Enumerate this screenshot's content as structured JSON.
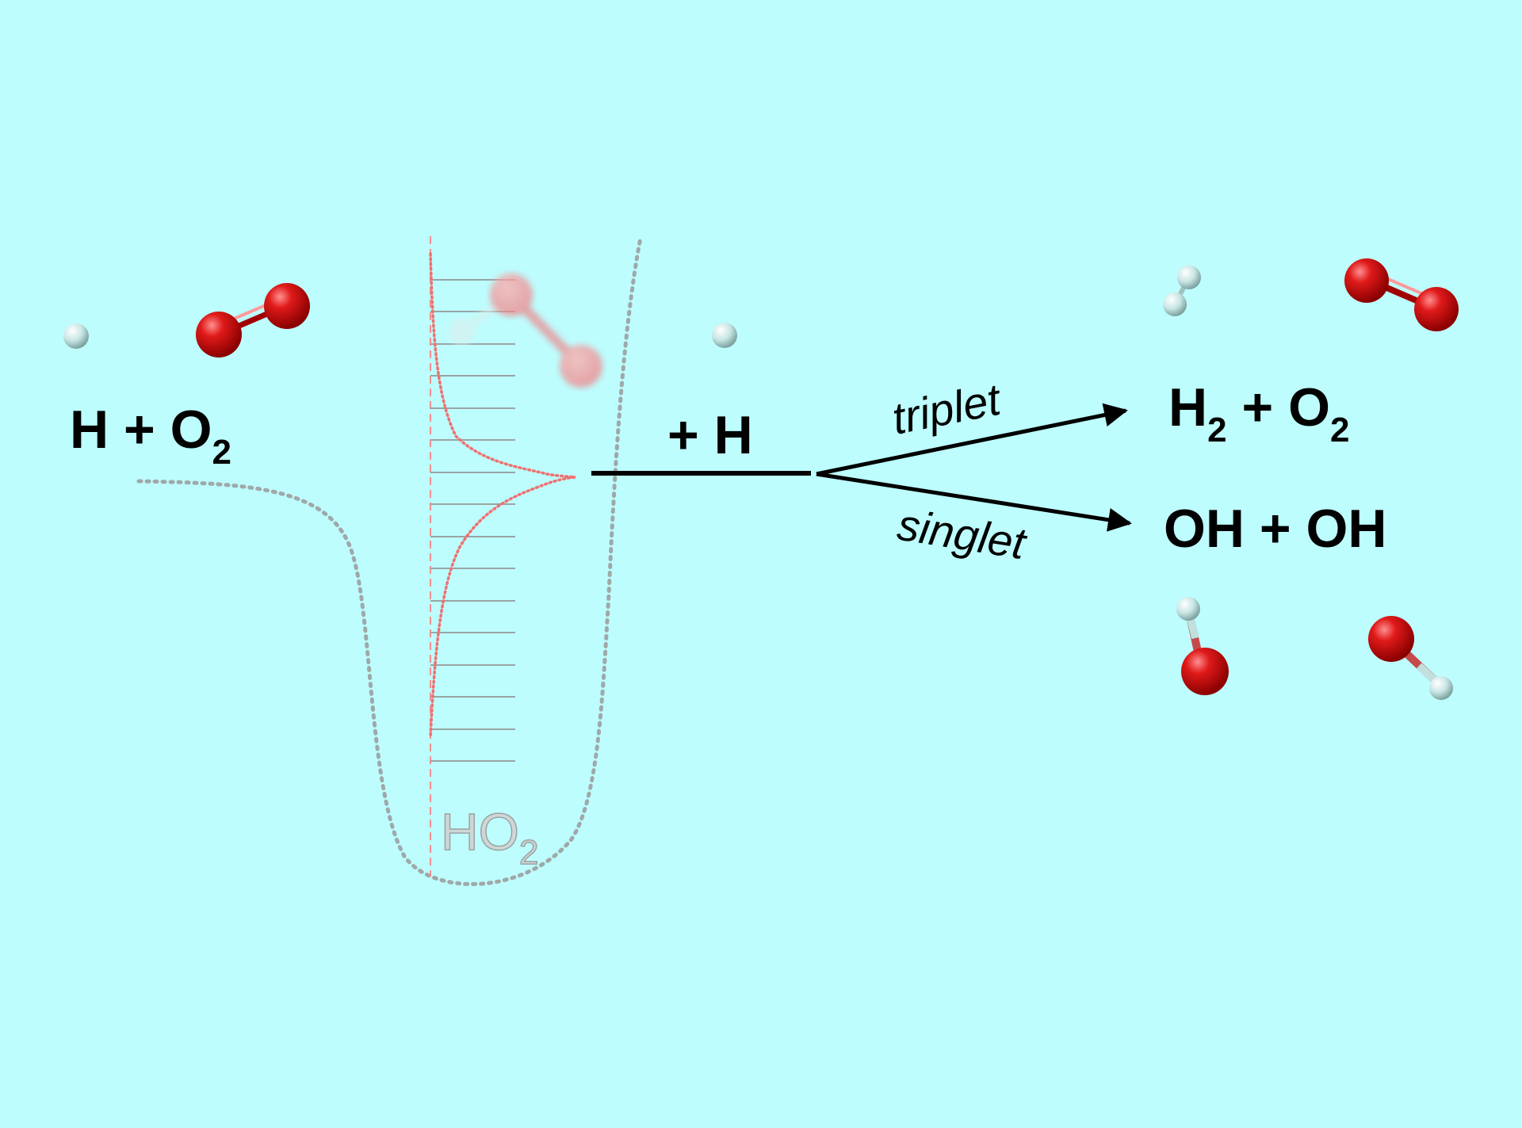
{
  "reactants": {
    "h": "H",
    "plus": " + ",
    "o": "O",
    "sub": "2"
  },
  "well": {
    "h": "H",
    "o": "O",
    "sub": "2"
  },
  "plus_h": "+ H",
  "channels": {
    "triplet": "triplet",
    "singlet": "singlet"
  },
  "product_h2o2": {
    "h": "H",
    "sub1": "2",
    "plus": " + ",
    "o": "O",
    "sub2": "2"
  },
  "product_ohoh": "OH + OH",
  "colors": {
    "background": "#bdfdfe",
    "oxygen": "#d40a0a",
    "hydrogen": "#c8e6e4",
    "potential": "#a0a8a8",
    "wavefunction": "#f08080"
  }
}
